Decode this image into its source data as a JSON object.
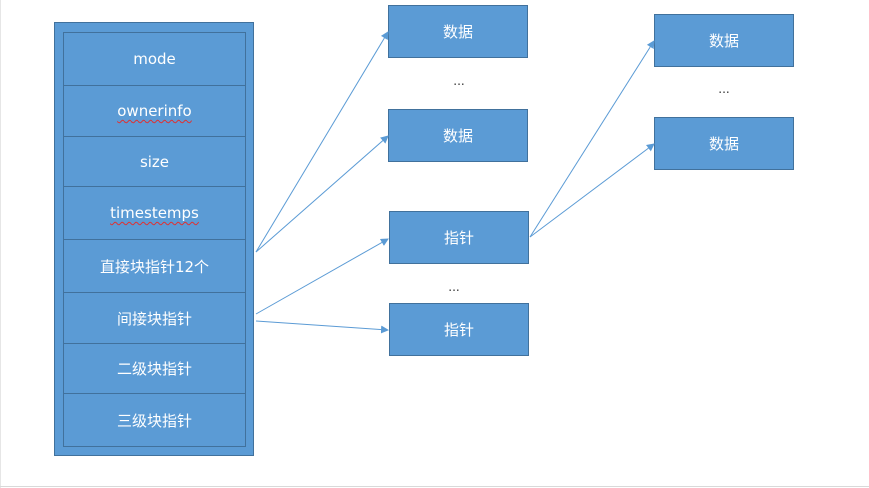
{
  "inode": {
    "fields": [
      "mode",
      "ownerinfo",
      "size",
      "timestemps",
      "直接块指针12个",
      "间接块指针",
      "二级块指针",
      "三级块指针"
    ]
  },
  "level1": {
    "data_top": "数据",
    "ellipsis_top": "...",
    "data_bottom": "数据",
    "pointer_top": "指针",
    "ellipsis_bottom": "...",
    "pointer_bottom": "指针"
  },
  "level2": {
    "data_top": "数据",
    "ellipsis": "...",
    "data_bottom": "数据"
  },
  "colors": {
    "box_fill": "#5b9bd5",
    "box_border": "#41719c",
    "arrow": "#5b9bd5",
    "spell_underline": "#e03030"
  }
}
